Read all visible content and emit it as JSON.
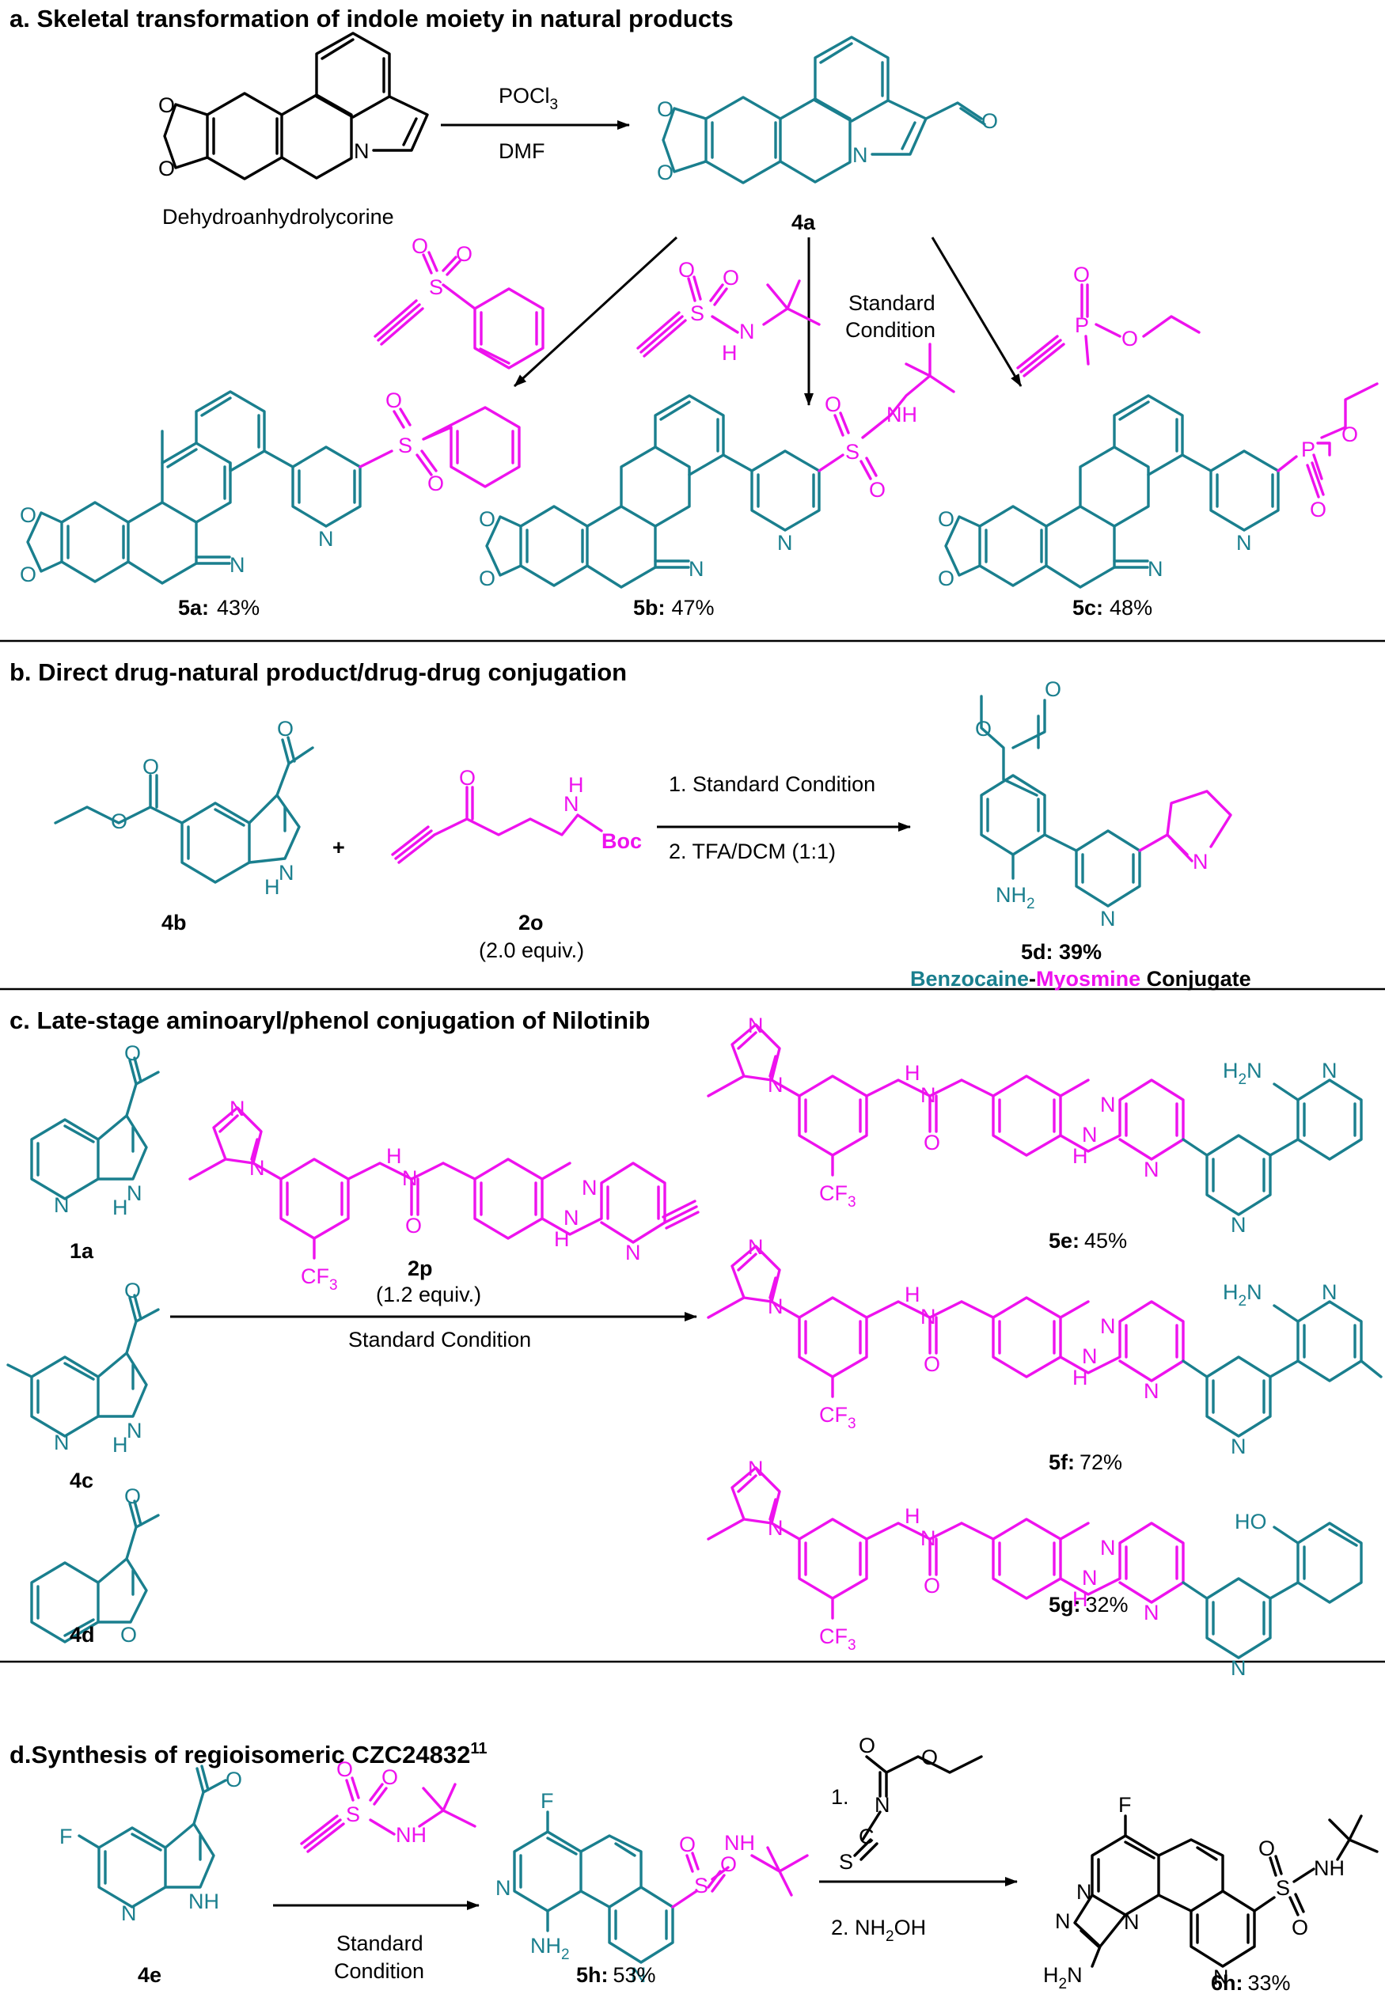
{
  "sections": {
    "a": "a. Skeletal transformation of indole moiety in natural products",
    "b": "b. Direct drug-natural product/drug-drug conjugation",
    "c": "c. Late-stage aminoaryl/phenol conjugation of Nilotinib",
    "d": "d.Synthesis of regioisomeric CZC24832",
    "d_ref": "11"
  },
  "a": {
    "start_name": "Dehydroanhydrolycorine",
    "reagent_top_1": "POCl",
    "reagent_top_1_sub": "3",
    "reagent_top_2": "DMF",
    "int_label": "4a",
    "cond_1": "Standard",
    "cond_2": "Condition",
    "p1_label": "5a:",
    "p1_yield": "43%",
    "p2_label": "5b:",
    "p2_yield": "47%",
    "p3_label": "5c:",
    "p3_yield": "48%"
  },
  "b": {
    "sm_label": "4b",
    "plus": "+",
    "alk_label": "2o",
    "alk_equiv": "(2.0 equiv.)",
    "step1": "1. Standard Condition",
    "step2": "2. TFA/DCM (1:1)",
    "prod_label": "5d: 39%",
    "conj_1": "Benzocaine",
    "conj_dash": "-",
    "conj_2": "Myosmine",
    "conj_3": " Conjugate"
  },
  "c": {
    "s1_label": "1a",
    "s2_label": "4c",
    "s3_label": "4d",
    "alk_label": "2p",
    "alk_equiv": "(1.2 equiv.)",
    "cond": "Standard Condition",
    "p1_label": "5e:",
    "p1_yield": "45%",
    "p2_label": "5f:",
    "p2_yield": "72%",
    "p3_label": "5g:",
    "p3_yield": "32%"
  },
  "d": {
    "sm_label": "4e",
    "cond_1": "Standard",
    "cond_2": "Condition",
    "int_label": "5h:",
    "int_yield": "53%",
    "step1": "1.",
    "step2": "2. NH",
    "step2_sub": "2",
    "step2_end": "OH",
    "prod_label": "6h:",
    "prod_yield": "33%"
  },
  "atoms": {
    "O": "O",
    "N": "N",
    "S": "S",
    "P": "P",
    "C": "C",
    "F": "F",
    "NH": "NH",
    "H": "H",
    "HO": "HO",
    "NH2": "NH",
    "H2N": "H",
    "sub2": "2",
    "Boc": "Boc",
    "CF3": "CF",
    "sub3": "3"
  },
  "colors": {
    "teal": "#1a7f8e",
    "magenta": "#ee12ee",
    "black": "#000000"
  }
}
